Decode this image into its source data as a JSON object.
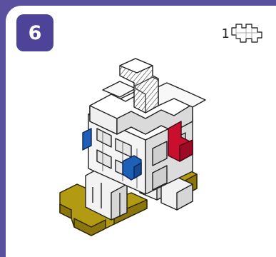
{
  "step": {
    "number": "6"
  },
  "parts": {
    "count": "1",
    "icon": "cross-brick-outline-icon"
  },
  "model": {
    "icon": "cross-brick-figure-illustration",
    "colors": {
      "background": "#5b50a0",
      "badge": "#4d4398",
      "brick_white": "#efefef",
      "brick_shade": "#d7d7d7",
      "blue": "#1e5fb8",
      "red": "#c8102e",
      "olive": "#a48c10"
    }
  }
}
